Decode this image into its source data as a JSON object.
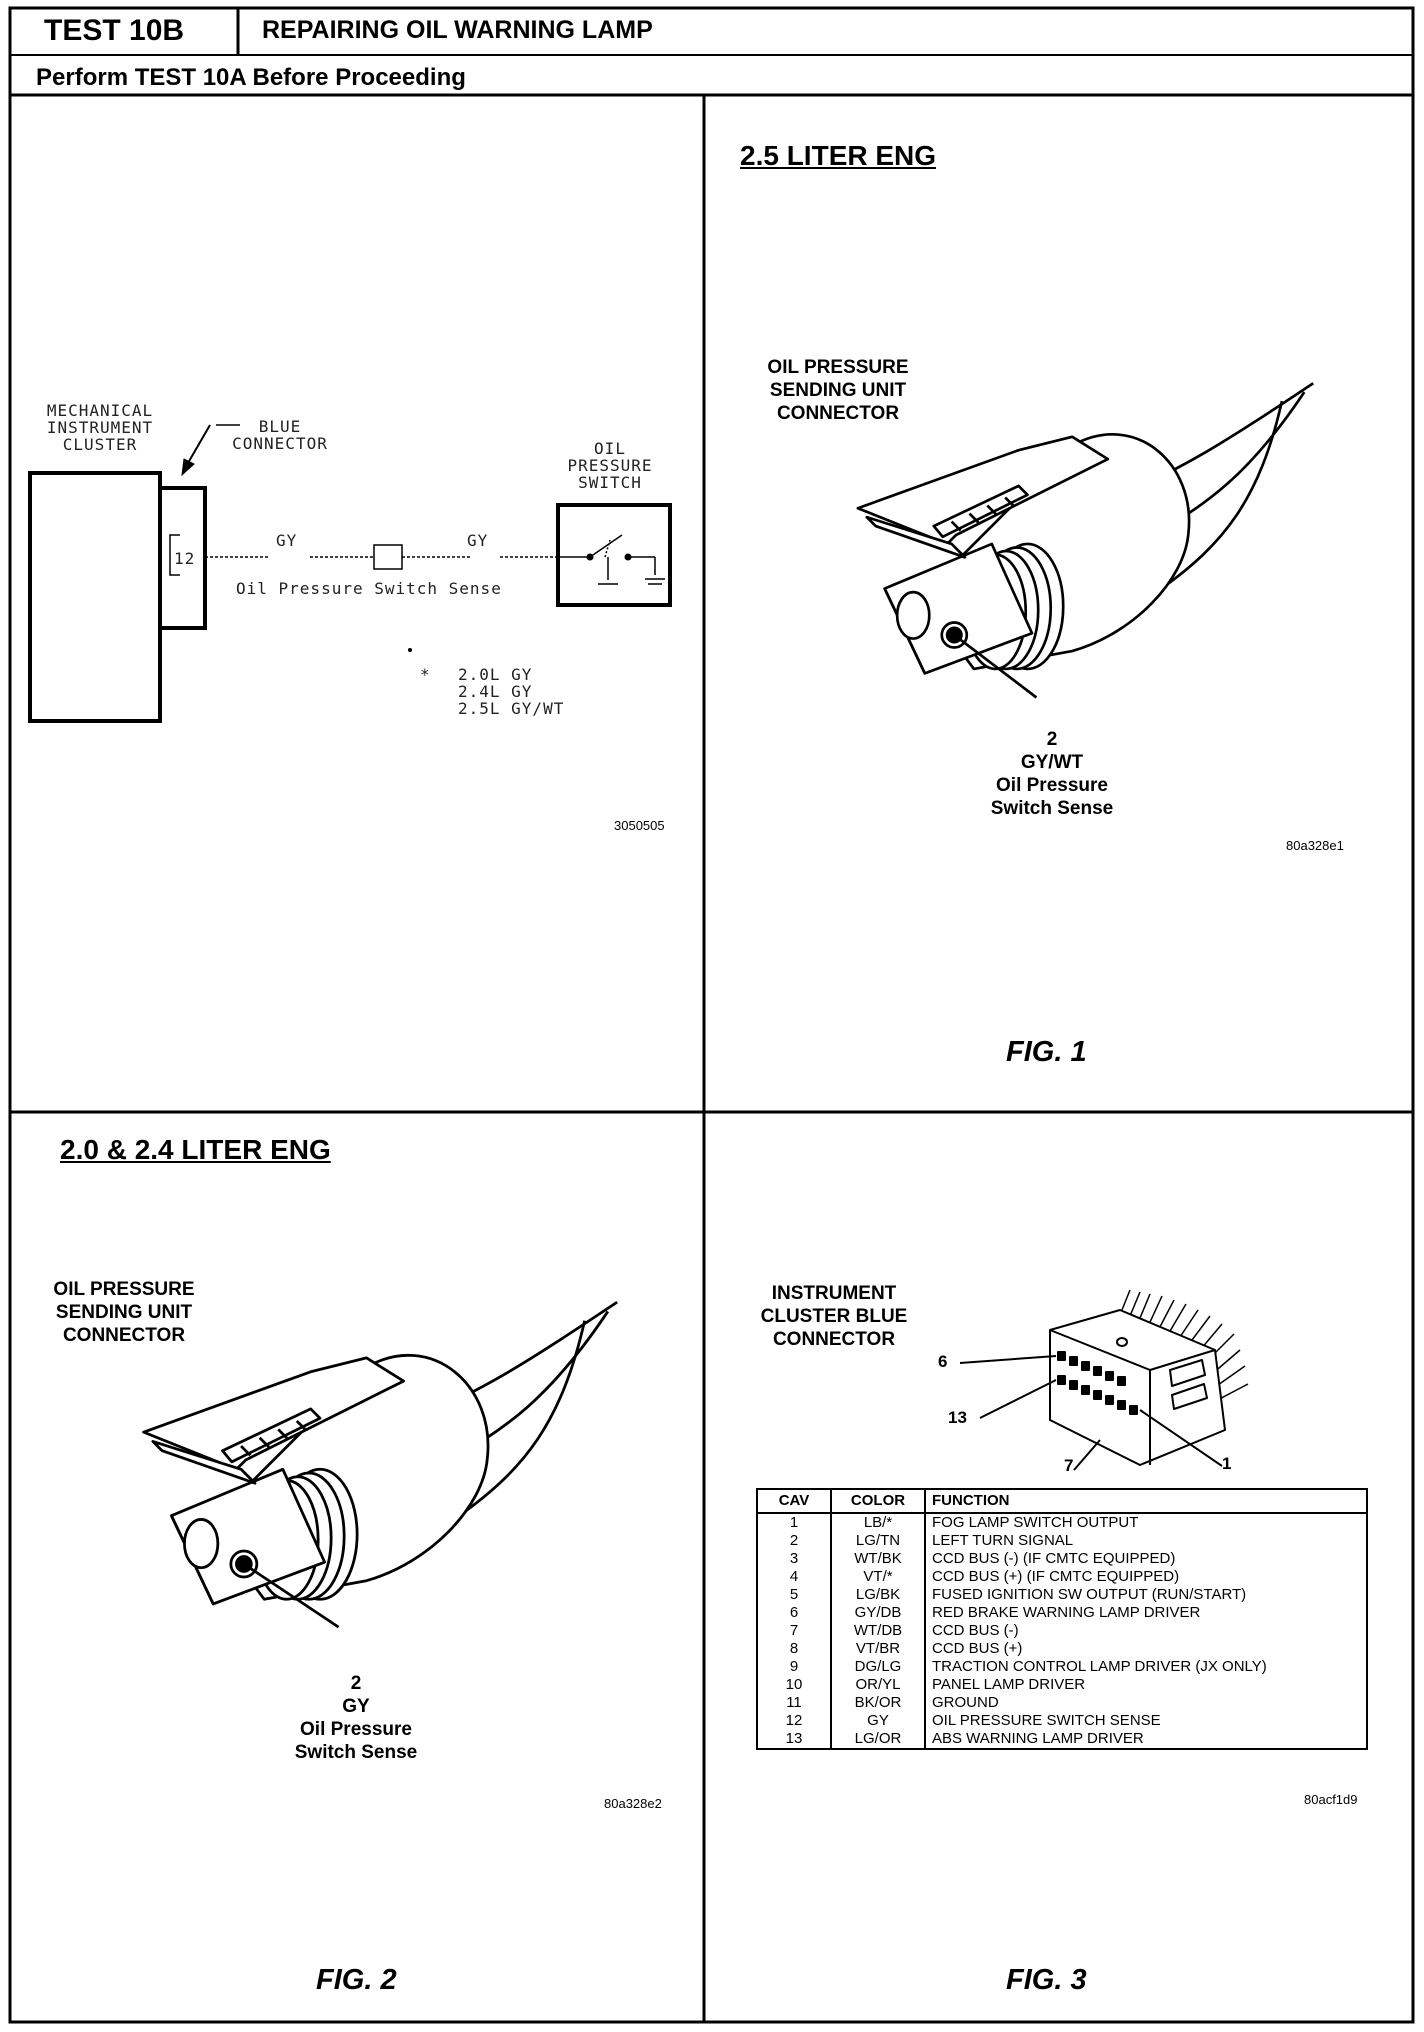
{
  "header": {
    "test_id": "TEST 10B",
    "title": "REPAIRING OIL WARNING LAMP",
    "subtitle": "Perform TEST 10A Before Proceeding"
  },
  "schematic": {
    "cluster_label": [
      "MECHANICAL",
      "INSTRUMENT",
      "CLUSTER"
    ],
    "connector_label": [
      "BLUE",
      "CONNECTOR"
    ],
    "switch_label": [
      "OIL",
      "PRESSURE",
      "SWITCH"
    ],
    "pin": "12",
    "wire_left": "GY",
    "wire_right": "GY",
    "circuit_name": "Oil Pressure Switch Sense",
    "note_marker": "*",
    "notes": [
      "2.0L GY",
      "2.4L GY",
      "2.5L GY/WT"
    ],
    "code": "3050505"
  },
  "fig1": {
    "heading": "2.5 LITER ENG",
    "label": [
      "OIL PRESSURE",
      "SENDING UNIT",
      "CONNECTOR"
    ],
    "pin_callout": [
      "2",
      "GY/WT",
      "Oil Pressure",
      "Switch Sense"
    ],
    "code": "80a328e1",
    "fig": "FIG. 1"
  },
  "fig2": {
    "heading": "2.0 & 2.4 LITER ENG",
    "label": [
      "OIL PRESSURE",
      "SENDING UNIT",
      "CONNECTOR"
    ],
    "pin_callout": [
      "2",
      "GY",
      "Oil Pressure",
      "Switch Sense"
    ],
    "code": "80a328e2",
    "fig": "FIG. 2"
  },
  "fig3": {
    "label": [
      "INSTRUMENT",
      "CLUSTER BLUE",
      "CONNECTOR"
    ],
    "pin_labels": [
      "6",
      "13",
      "7",
      "1"
    ],
    "table": {
      "headers": [
        "CAV",
        "COLOR",
        "FUNCTION"
      ],
      "rows": [
        [
          "1",
          "LB/*",
          "FOG LAMP SWITCH OUTPUT"
        ],
        [
          "2",
          "LG/TN",
          "LEFT TURN SIGNAL"
        ],
        [
          "3",
          "WT/BK",
          "CCD BUS (-) (IF CMTC EQUIPPED)"
        ],
        [
          "4",
          "VT/*",
          "CCD BUS (+) (IF CMTC EQUIPPED)"
        ],
        [
          "5",
          "LG/BK",
          "FUSED IGNITION SW OUTPUT (RUN/START)"
        ],
        [
          "6",
          "GY/DB",
          "RED BRAKE WARNING LAMP DRIVER"
        ],
        [
          "7",
          "WT/DB",
          "CCD BUS (-)"
        ],
        [
          "8",
          "VT/BR",
          "CCD BUS (+)"
        ],
        [
          "9",
          "DG/LG",
          "TRACTION CONTROL LAMP DRIVER (JX ONLY)"
        ],
        [
          "10",
          "OR/YL",
          "PANEL LAMP DRIVER"
        ],
        [
          "11",
          "BK/OR",
          "GROUND"
        ],
        [
          "12",
          "GY",
          "OIL PRESSURE SWITCH SENSE"
        ],
        [
          "13",
          "LG/OR",
          "ABS WARNING LAMP DRIVER"
        ]
      ]
    },
    "code": "80acf1d9",
    "fig": "FIG. 3"
  }
}
